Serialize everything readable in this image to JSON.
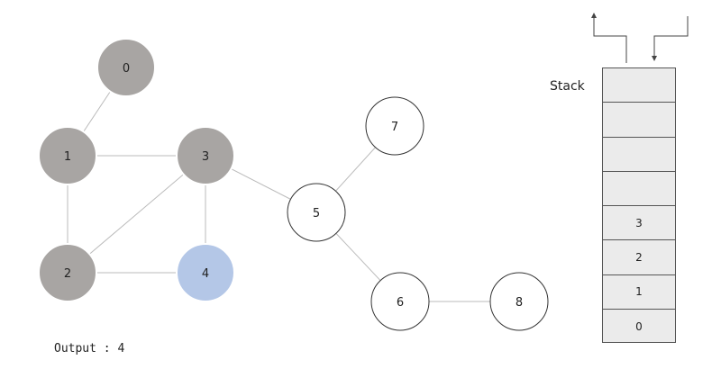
{
  "graph": {
    "nodes": [
      {
        "id": "0",
        "state": "visited"
      },
      {
        "id": "1",
        "state": "visited"
      },
      {
        "id": "2",
        "state": "visited"
      },
      {
        "id": "3",
        "state": "visited"
      },
      {
        "id": "4",
        "state": "current"
      },
      {
        "id": "5",
        "state": "unvisited"
      },
      {
        "id": "6",
        "state": "unvisited"
      },
      {
        "id": "7",
        "state": "unvisited"
      },
      {
        "id": "8",
        "state": "unvisited"
      }
    ],
    "edges": [
      [
        "0",
        "1"
      ],
      [
        "1",
        "3"
      ],
      [
        "1",
        "2"
      ],
      [
        "2",
        "3"
      ],
      [
        "2",
        "4"
      ],
      [
        "3",
        "4"
      ],
      [
        "3",
        "5"
      ],
      [
        "5",
        "7"
      ],
      [
        "5",
        "6"
      ],
      [
        "6",
        "8"
      ]
    ]
  },
  "colors": {
    "visited": "#a8a5a3",
    "current": "#b4c7e7",
    "unvisited": "#ffffff",
    "edge": "#bbbbbb",
    "stack_fill": "#ebebeb"
  },
  "stack": {
    "label": "Stack",
    "slots": [
      "",
      "",
      "",
      "",
      "3",
      "2",
      "1",
      "0"
    ]
  },
  "output": {
    "text": "Output : 4"
  }
}
